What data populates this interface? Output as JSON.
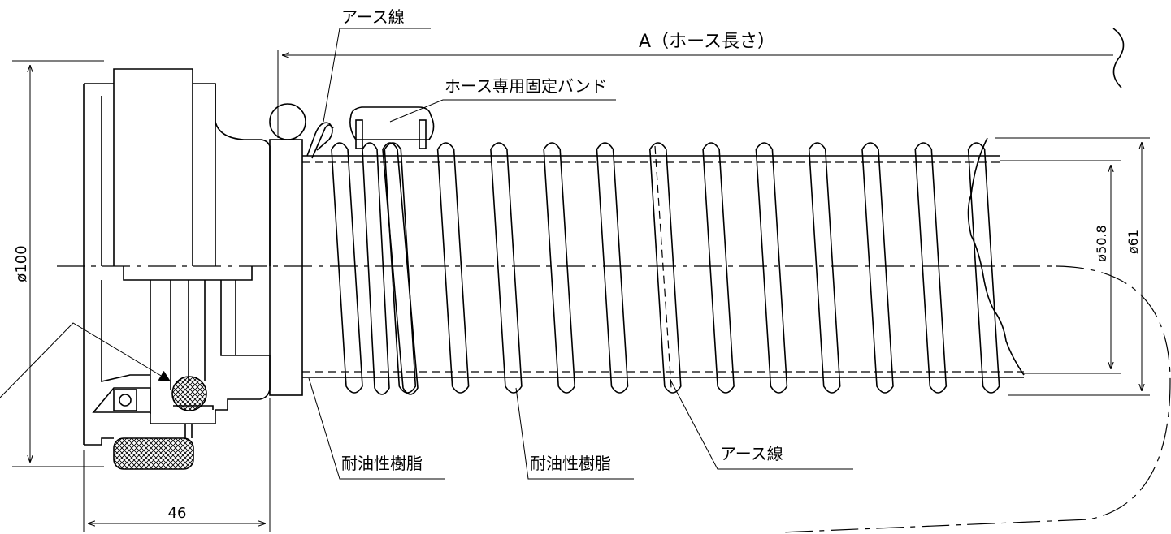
{
  "labels": {
    "earth_wire_top": "アース線",
    "hose_length": "A（ホース長さ）",
    "fixing_band": "ホース専用固定バンド",
    "oil_resin_left": "耐油性樹脂",
    "oil_resin_mid": "耐油性樹脂",
    "earth_wire_bottom": "アース線"
  },
  "dimensions": {
    "diameter_coupling": "ø100",
    "inner_diameter": "ø50.8",
    "outer_diameter": "ø61",
    "coupling_length": "46"
  },
  "coil_count": 13
}
